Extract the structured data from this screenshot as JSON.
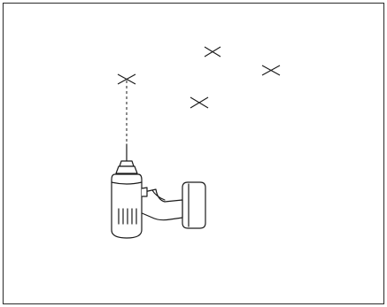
{
  "illustration": {
    "subject": "cordless-drill",
    "marker_symbol": "x-mark",
    "marker_count": 4,
    "drill_target": "x-mark-left",
    "guide_line": "dashed-vertical",
    "colors": {
      "stroke": "#1a1a1a",
      "background": "#ffffff",
      "frame": "#2a2a2a"
    }
  }
}
